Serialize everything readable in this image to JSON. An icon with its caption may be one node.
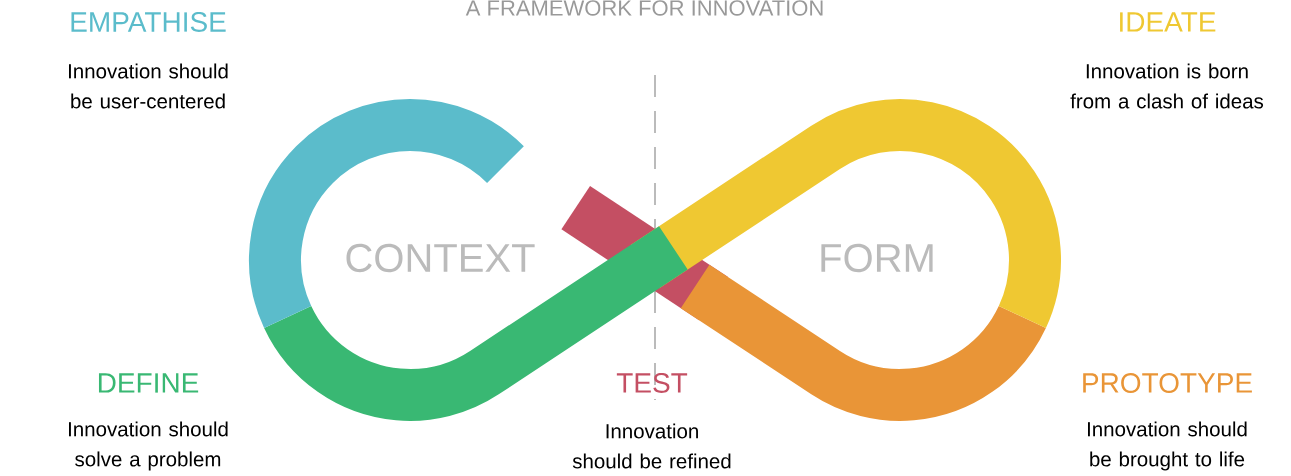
{
  "diagram": {
    "title": "A FRAMEWORK FOR INNOVATION",
    "labels": [
      "EMPATHISE",
      "Innovation should be user-centered",
      "IDEATE",
      "Innovation is born from a clash of ideas",
      "CONTEXT",
      "FORM",
      "DEFINE",
      "TEST",
      "PROTOTYPE",
      "Innovation should solve a problem",
      "Innovation should be refined",
      "Innovation should be brought to life"
    ]
  }
}
